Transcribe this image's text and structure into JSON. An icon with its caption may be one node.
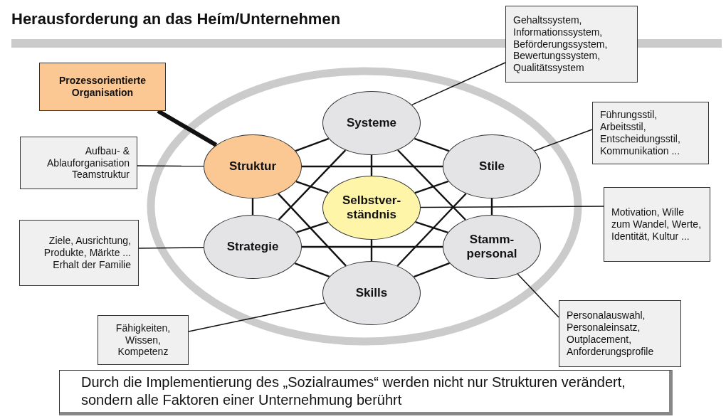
{
  "diagram": {
    "title": "Herausforderung an das Heím/Unternehmen",
    "nodes": [
      {
        "text": [
          "Gehaltssystem, Informationssystem, Beförderungssystem, Bewertungssystem, Qualitätssystem"
        ]
      },
      {
        "text": [
          "Prozessorientierte Organisation"
        ]
      },
      {
        "text": [
          "Führungsstil, Arbeitsstil, Entscheidungsstil, Kommunikation ..."
        ]
      },
      {
        "text": [
          "Systeme"
        ]
      },
      {
        "text": [
          "Aufbau- & Ablauforganisation Teamstruktur"
        ]
      },
      {
        "text": [
          "Struktur"
        ]
      },
      {
        "text": [
          "Stile"
        ]
      },
      {
        "text": [
          "Motivation, Wille zum Wandel, Werte, Identität, Kultur ..."
        ]
      },
      {
        "text": [
          "Selbstver- ständnis"
        ]
      },
      {
        "text": [
          "Ziele, Ausrichtung, Produkte, Märkte ... Erhalt der Familie"
        ]
      },
      {
        "text": [
          "Strategie"
        ]
      },
      {
        "text": [
          "Stamm- personal"
        ]
      },
      {
        "text": [
          "Skills"
        ]
      },
      {
        "text": [
          "Personalauswahl, Personaleinsatz, Outplacement, Anforderungsprofile"
        ]
      },
      {
        "text": [
          "Fähigkeiten, Wissen, Kompetenz"
        ]
      },
      {
        "text": [
          "Durch die Implementierung des „Sozialraumes“ werden nicht nur Strukturen verändert, sondern alle Faktoren einer Unternehmung berührt"
        ]
      }
    ],
    "edges": [
      {
        "from": 1,
        "to": 5,
        "arrow": "none",
        "style": "thick"
      },
      {
        "from": 0,
        "to": 3,
        "arrow": "none"
      },
      {
        "from": 2,
        "to": 6,
        "arrow": "none"
      },
      {
        "from": 4,
        "to": 5,
        "arrow": "none"
      },
      {
        "from": 7,
        "to": 8,
        "arrow": "none"
      },
      {
        "from": 9,
        "to": 10,
        "arrow": "none"
      },
      {
        "from": 13,
        "to": 11,
        "arrow": "none"
      },
      {
        "from": 14,
        "to": 12,
        "arrow": "none"
      },
      {
        "from": 3,
        "to": 5,
        "arrow": "none"
      },
      {
        "from": 3,
        "to": 6,
        "arrow": "none"
      },
      {
        "from": 3,
        "to": 8,
        "arrow": "none"
      },
      {
        "from": 3,
        "to": 10,
        "arrow": "none"
      },
      {
        "from": 3,
        "to": 11,
        "arrow": "none"
      },
      {
        "from": 5,
        "to": 6,
        "arrow": "none"
      },
      {
        "from": 5,
        "to": 8,
        "arrow": "none"
      },
      {
        "from": 5,
        "to": 10,
        "arrow": "none"
      },
      {
        "from": 5,
        "to": 12,
        "arrow": "none"
      },
      {
        "from": 6,
        "to": 8,
        "arrow": "none"
      },
      {
        "from": 6,
        "to": 11,
        "arrow": "none"
      },
      {
        "from": 6,
        "to": 12,
        "arrow": "none"
      },
      {
        "from": 8,
        "to": 10,
        "arrow": "none"
      },
      {
        "from": 8,
        "to": 11,
        "arrow": "none"
      },
      {
        "from": 8,
        "to": 12,
        "arrow": "none"
      },
      {
        "from": 10,
        "to": 11,
        "arrow": "none"
      },
      {
        "from": 10,
        "to": 12,
        "arrow": "none"
      },
      {
        "from": 11,
        "to": 12,
        "arrow": "none"
      }
    ]
  }
}
